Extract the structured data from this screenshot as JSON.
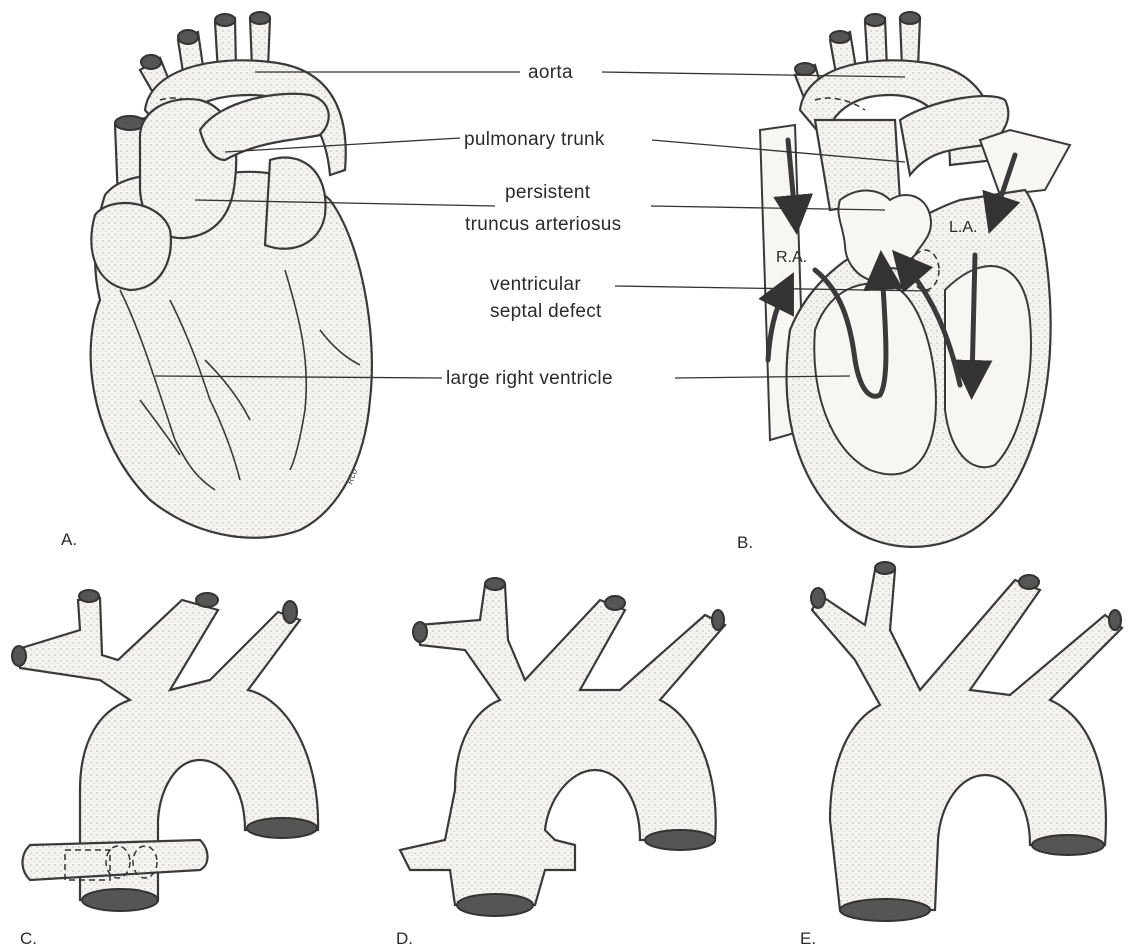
{
  "labels": {
    "aorta": "aorta",
    "pulmonary_trunk": "pulmonary trunk",
    "persistent_1": "persistent",
    "persistent_2": "truncus arteriosus",
    "vsd_1": "ventricular",
    "vsd_2": "septal defect",
    "rv": "large right ventricle"
  },
  "chambers": {
    "ra": "R.A.",
    "la": "L.A."
  },
  "panels": {
    "a": "A.",
    "b": "B.",
    "c": "C.",
    "d": "D.",
    "e": "E."
  },
  "signature": "Rco",
  "colors": {
    "ink": "#3a3a3a",
    "paper": "#ffffff",
    "stipple": "#f2f1ec"
  }
}
